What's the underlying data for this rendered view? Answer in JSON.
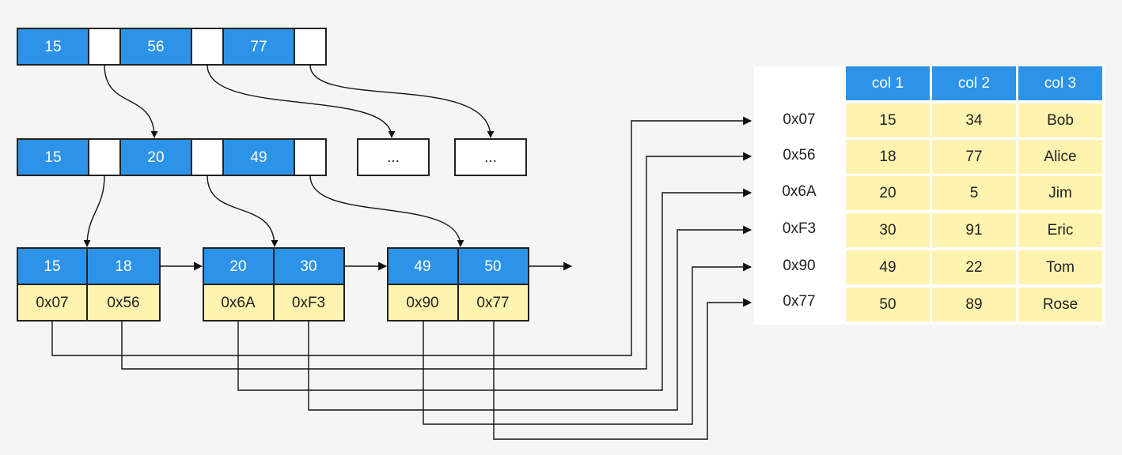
{
  "btree": {
    "root": {
      "keys": [
        "15",
        "56",
        "77"
      ]
    },
    "internal": {
      "keys": [
        "15",
        "20",
        "49"
      ]
    },
    "placeholders": [
      "...",
      "..."
    ],
    "leaves": [
      {
        "keys": [
          "15",
          "18"
        ],
        "addrs": [
          "0x07",
          "0x56"
        ]
      },
      {
        "keys": [
          "20",
          "30"
        ],
        "addrs": [
          "0x6A",
          "0xF3"
        ]
      },
      {
        "keys": [
          "49",
          "50"
        ],
        "addrs": [
          "0x90",
          "0x77"
        ]
      }
    ]
  },
  "table": {
    "columns": [
      "col 1",
      "col 2",
      "col 3"
    ],
    "rows": [
      {
        "rowid": "0x07",
        "cells": [
          "15",
          "34",
          "Bob"
        ]
      },
      {
        "rowid": "0x56",
        "cells": [
          "18",
          "77",
          "Alice"
        ]
      },
      {
        "rowid": "0x6A",
        "cells": [
          "20",
          "5",
          "Jim"
        ]
      },
      {
        "rowid": "0xF3",
        "cells": [
          "30",
          "91",
          "Eric"
        ]
      },
      {
        "rowid": "0x90",
        "cells": [
          "49",
          "22",
          "Tom"
        ]
      },
      {
        "rowid": "0x77",
        "cells": [
          "50",
          "89",
          "Rose"
        ]
      }
    ]
  },
  "colors": {
    "key_cell": "#2d93e8",
    "address_cell": "#fff3b0",
    "pointer_cell": "#ffffff",
    "background": "#f5f5f5"
  }
}
